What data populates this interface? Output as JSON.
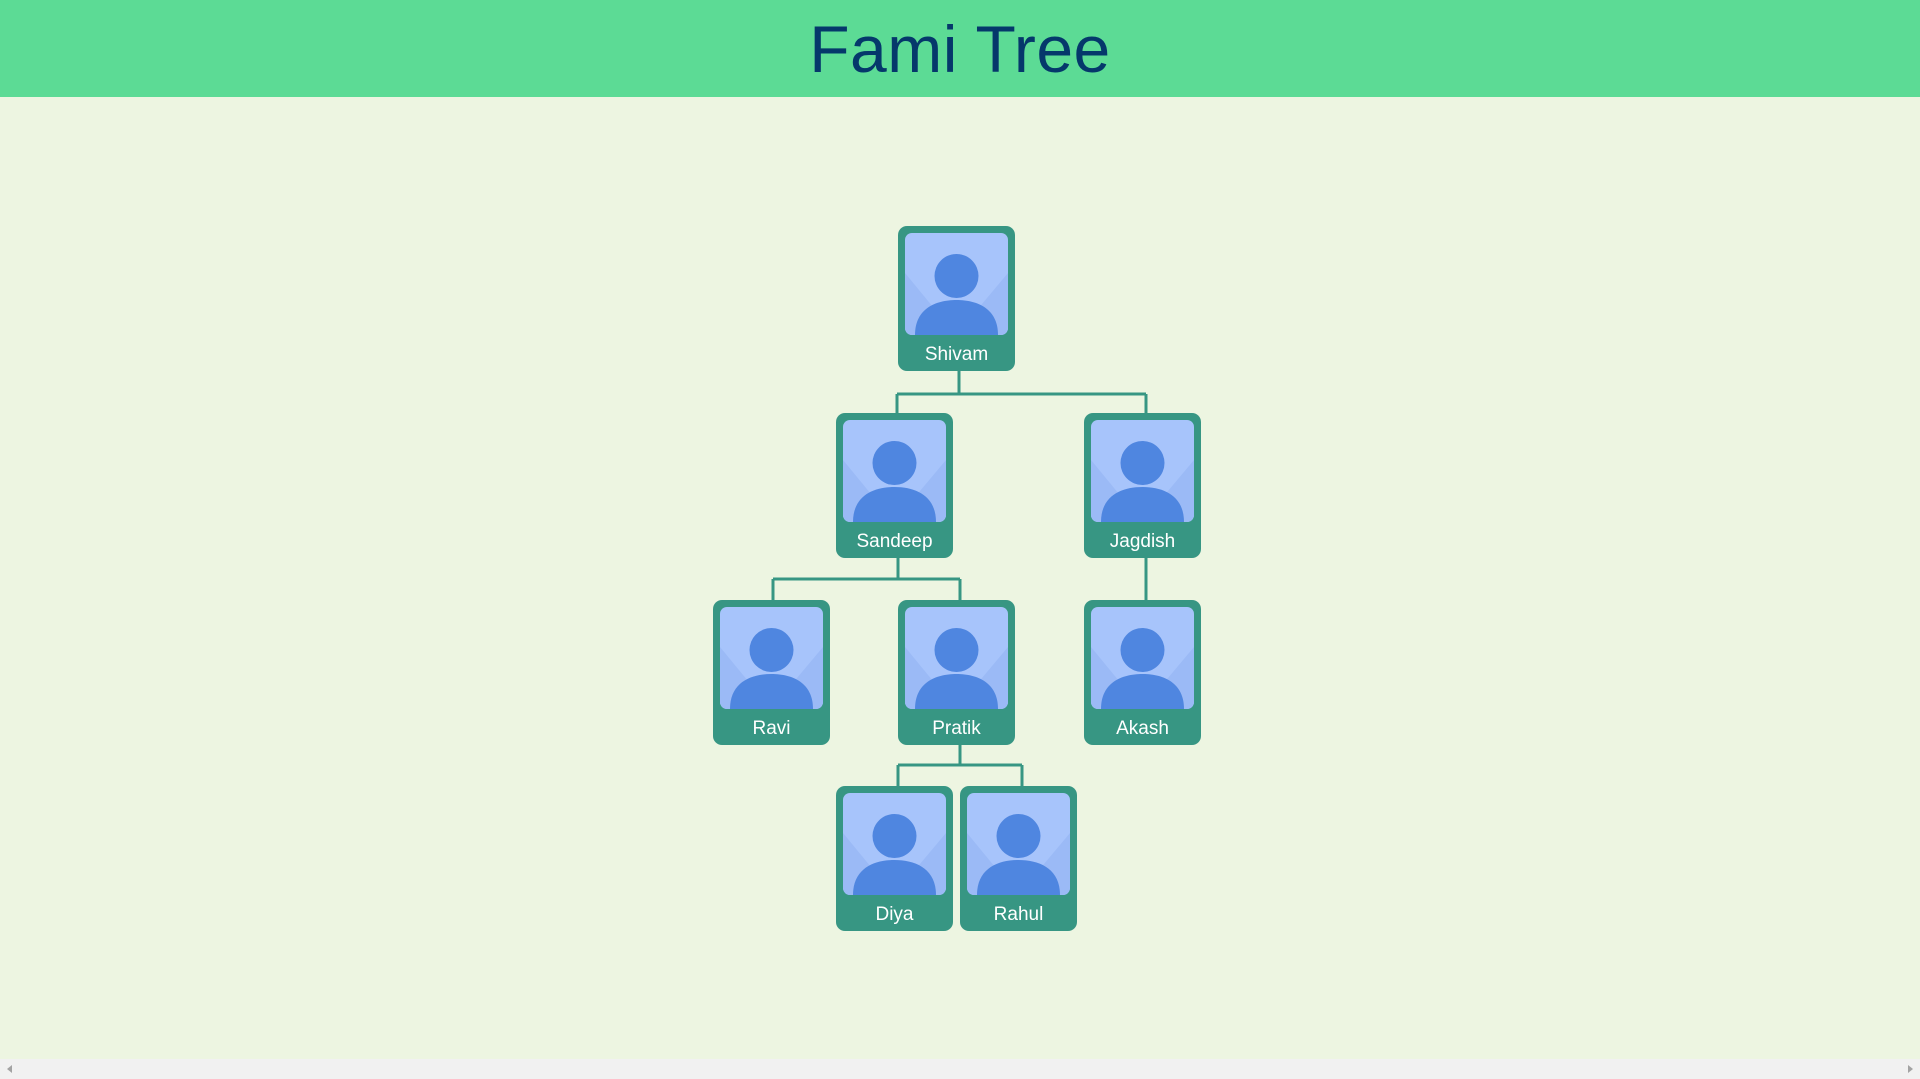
{
  "header": {
    "title": "Fami Tree"
  },
  "colors": {
    "header_bg": "#5cdb95",
    "title": "#05386b",
    "page_bg": "#edf5e1",
    "node_bg": "#379683",
    "connector": "#379683",
    "avatar_bg": "#a7c4fb",
    "avatar_figure": "#4f86e0"
  },
  "tree": {
    "root": {
      "name": "Shivam",
      "icon": "person-icon",
      "children": [
        {
          "name": "Sandeep",
          "icon": "person-icon",
          "children": [
            {
              "name": "Ravi",
              "icon": "person-icon"
            },
            {
              "name": "Pratik",
              "icon": "person-icon",
              "children": [
                {
                  "name": "Diya",
                  "icon": "person-icon"
                },
                {
                  "name": "Rahul",
                  "icon": "person-icon"
                }
              ]
            }
          ]
        },
        {
          "name": "Jagdish",
          "icon": "person-icon",
          "children": [
            {
              "name": "Akash",
              "icon": "person-icon"
            }
          ]
        }
      ]
    }
  }
}
